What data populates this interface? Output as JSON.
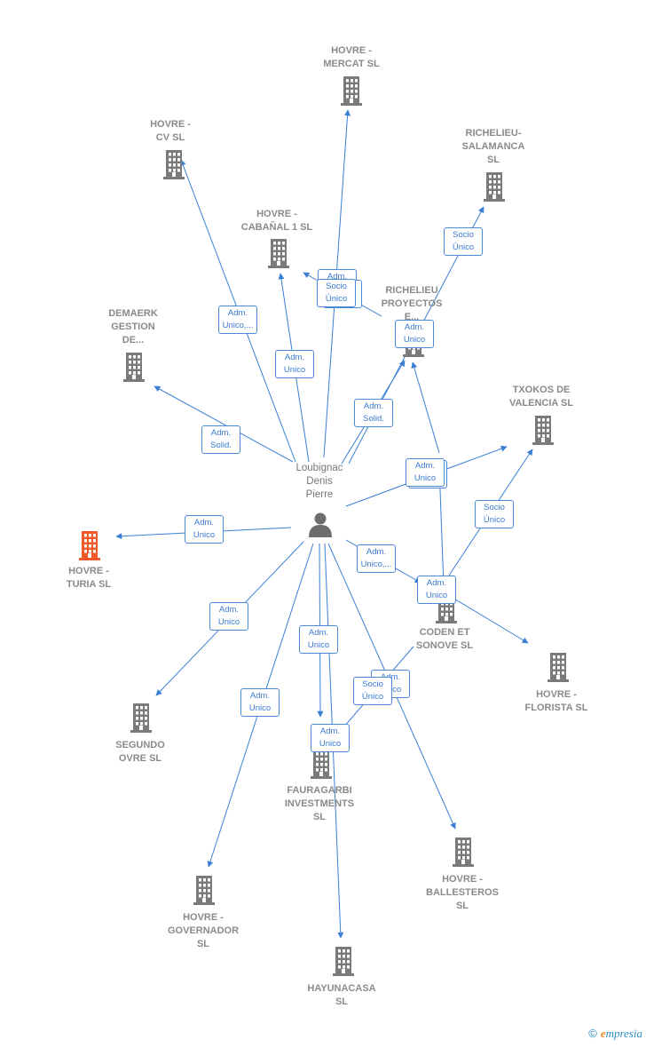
{
  "person": {
    "label": "Loubignac\nDenis\nPierre",
    "icon": "person-icon"
  },
  "companies": [
    {
      "id": "mercat",
      "label": "HOVRE -\nMERCAT  SL",
      "highlight": false
    },
    {
      "id": "cv",
      "label": "HOVRE -\nCV  SL",
      "highlight": false
    },
    {
      "id": "richsal",
      "label": "RICHELIEU-\nSALAMANCA\nSL",
      "highlight": false
    },
    {
      "id": "cabanal",
      "label": "HOVRE -\nCABAÑAL 1  SL",
      "highlight": false
    },
    {
      "id": "richpro",
      "label": "RICHELIEU\nPROYECTOS\nE...",
      "highlight": false
    },
    {
      "id": "demaerk",
      "label": "DEMAERK\nGESTION\nDE...",
      "highlight": false
    },
    {
      "id": "txokos",
      "label": "TXOKOS DE\nVALENCIA  SL",
      "highlight": false
    },
    {
      "id": "turia",
      "label": "HOVRE -\nTURIA  SL",
      "highlight": true
    },
    {
      "id": "coden",
      "label": "CODEN ET\nSONOVE  SL",
      "highlight": false
    },
    {
      "id": "florista",
      "label": "HOVRE -\nFLORISTA  SL",
      "highlight": false
    },
    {
      "id": "segundo",
      "label": "SEGUNDO\nOVRE  SL",
      "highlight": false
    },
    {
      "id": "fauragarbi",
      "label": "FAURAGARBI\nINVESTMENTS\nSL",
      "highlight": false
    },
    {
      "id": "ballesteros",
      "label": "HOVRE -\nBALLESTEROS\nSL",
      "highlight": false
    },
    {
      "id": "governador",
      "label": "HOVRE -\nGOVERNADOR\nSL",
      "highlight": false
    },
    {
      "id": "hayunacasa",
      "label": "HAYUNACASA\nSL",
      "highlight": false
    }
  ],
  "roles": [
    {
      "id": "r1",
      "label": "Adm.\nUnico,..."
    },
    {
      "id": "r2",
      "label": "Adm.\nUnico"
    },
    {
      "id": "r3",
      "label": "Adm.\nUnico"
    },
    {
      "id": "r4",
      "label": "Socio\nÚnico"
    },
    {
      "id": "r5",
      "label": "Socio\nÚnico"
    },
    {
      "id": "r6",
      "label": "Adm.\nUnico"
    },
    {
      "id": "r7",
      "label": "Adm.\nSolid."
    },
    {
      "id": "r8",
      "label": "Adm.\nSolid."
    },
    {
      "id": "r9",
      "label": "Adm.\nUnico"
    },
    {
      "id": "r10",
      "label": "Adm.\nUnico"
    },
    {
      "id": "r11",
      "label": "Adm.\nUnico"
    },
    {
      "id": "r12",
      "label": "Socio\nÚnico"
    },
    {
      "id": "r13",
      "label": "Adm.\nUnico,..."
    },
    {
      "id": "r14",
      "label": "Adm.\nUnico"
    },
    {
      "id": "r15",
      "label": "Adm.\nUnico"
    },
    {
      "id": "r16",
      "label": "Adm.\nUnico"
    },
    {
      "id": "r17",
      "label": "Adm.\nUnico"
    },
    {
      "id": "r18",
      "label": "Adm.\nUnico"
    },
    {
      "id": "r19",
      "label": "Adm.\nUnico"
    },
    {
      "id": "r20",
      "label": "Socio\nÚnico"
    },
    {
      "id": "r21",
      "label": "Adm.\nUnico"
    }
  ],
  "colors": {
    "edge": "#3a7fd5",
    "building": "#7a7a7a",
    "focus": "#f05a28",
    "person": "#6d6d6d"
  },
  "copyright": {
    "symbol": "©",
    "brand_e": "e",
    "brand_rest": "mpresia"
  }
}
